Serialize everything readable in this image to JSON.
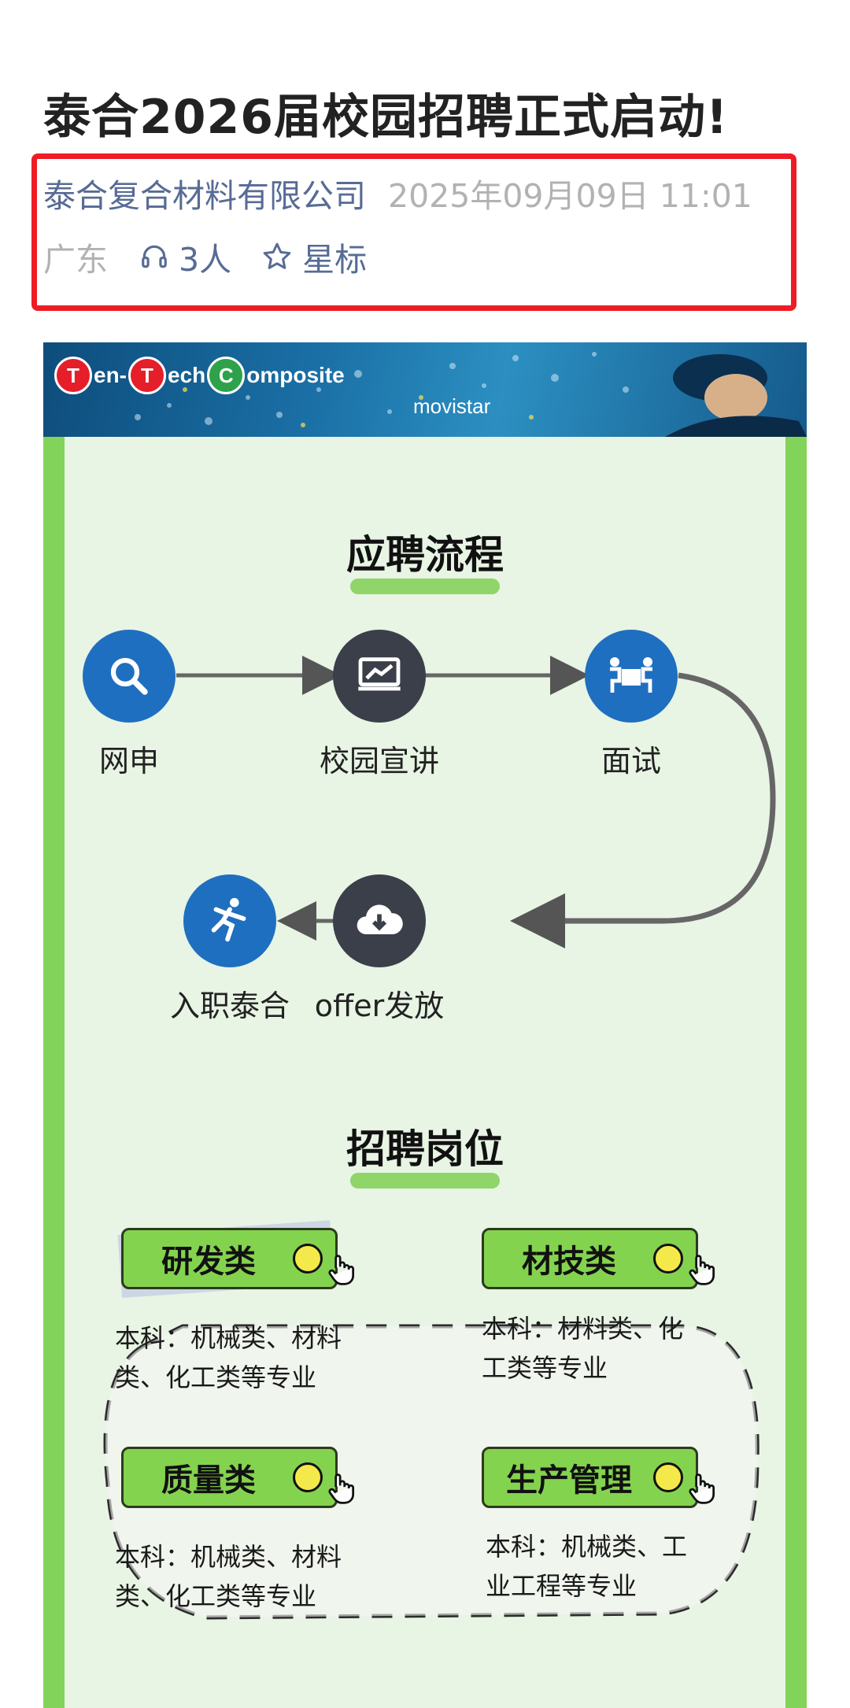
{
  "article": {
    "title": "泰合2026届校园招聘正式启动!",
    "account": "泰合复合材料有限公司",
    "date": "2025年09月09日 11:01",
    "region": "广东",
    "listeners": "3人",
    "star_label": "星标"
  },
  "poster": {
    "brand_t1": "T",
    "brand_w1": "en-",
    "brand_t2": "T",
    "brand_w2": "ech",
    "brand_c": "C",
    "brand_w3": "omposite",
    "sponsor": "movistar",
    "process_title": "应聘流程",
    "steps": [
      {
        "label": "网申",
        "icon": "search-icon"
      },
      {
        "label": "校园宣讲",
        "icon": "presentation-icon"
      },
      {
        "label": "面试",
        "icon": "interview-icon"
      },
      {
        "label": "offer发放",
        "icon": "cloud-download-icon"
      },
      {
        "label": "入职泰合",
        "icon": "runner-icon"
      }
    ],
    "positions_title": "招聘岗位",
    "positions": [
      {
        "name": "研发类",
        "desc_line1": "本科：机械类、材料",
        "desc_line2": "类、化工类等专业"
      },
      {
        "name": "材技类",
        "desc_line1": "本科：材料类、化",
        "desc_line2": "工类等专业"
      },
      {
        "name": "质量类",
        "desc_line1": "本科：机械类、材料",
        "desc_line2": "类、化工类等专业"
      },
      {
        "name": "生产管理",
        "desc_line1": "本科：机械类、工",
        "desc_line2": "业工程等专业"
      }
    ]
  },
  "colors": {
    "account": "#576b95",
    "highlight_border": "#ee1c25",
    "poster_green": "#82d35a",
    "icon_blue": "#1f6fc0",
    "icon_dark": "#3b3f4a"
  }
}
